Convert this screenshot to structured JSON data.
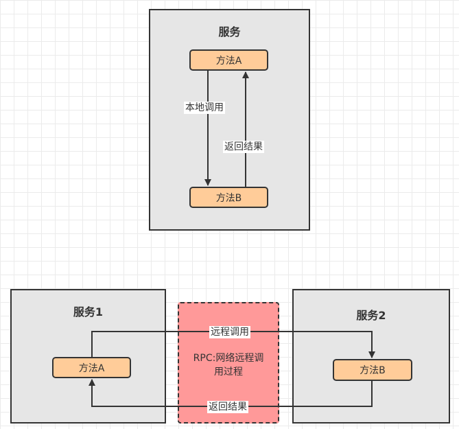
{
  "top_service": {
    "title": "服务",
    "method_a": "方法A",
    "method_b": "方法B",
    "call_label": "本地调用",
    "return_label": "返回结果"
  },
  "service1": {
    "title": "服务1",
    "method_a": "方法A"
  },
  "service2": {
    "title": "服务2",
    "method_b": "方法B"
  },
  "rpc": {
    "line1": "RPC:网络远程调",
    "line2": "用过程"
  },
  "bottom_edges": {
    "call_label": "远程调用",
    "return_label": "返回结果"
  },
  "colors": {
    "service_fill": "#e6e6e6",
    "method_fill": "#ffcc99",
    "rpc_fill": "#ff9999",
    "stroke": "#333333"
  }
}
